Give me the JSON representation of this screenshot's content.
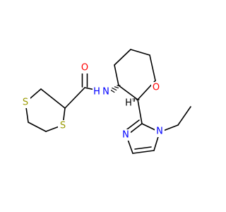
{
  "molecule": {
    "atoms": {
      "s_top": {
        "label": "S",
        "color": "#9a9a00"
      },
      "s_bottom": {
        "label": "S",
        "color": "#9a9a00"
      },
      "o_carbonyl": {
        "label": "O",
        "color": "#ff0000"
      },
      "n_amide": {
        "label": "N",
        "color": "#0000ff"
      },
      "h_amide": {
        "label": "H",
        "color": "#0000ff"
      },
      "o_ring": {
        "label": "O",
        "color": "#ff0000"
      },
      "h_stereo": {
        "label": "H",
        "color": "#000000"
      },
      "n_imidazole_ring": {
        "label": "N",
        "color": "#0000ff"
      },
      "n_imidazole_ethyl": {
        "label": "N",
        "color": "#0000ff"
      }
    }
  }
}
